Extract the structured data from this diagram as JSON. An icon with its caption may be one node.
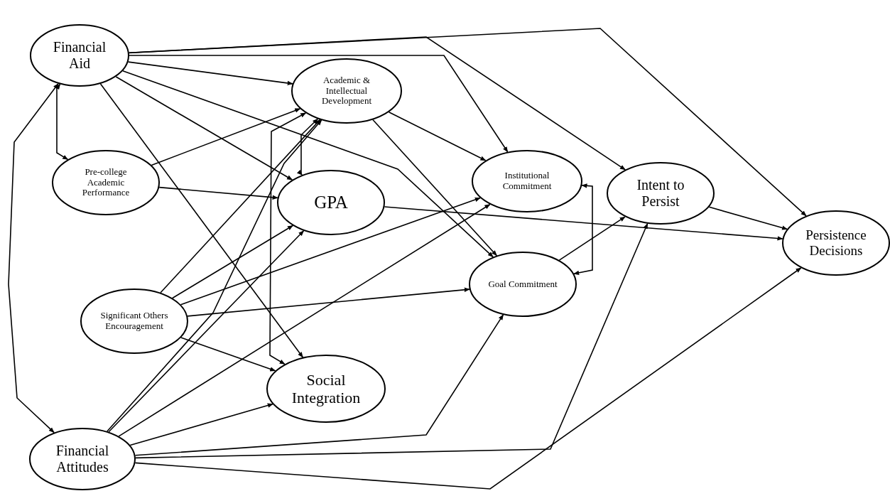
{
  "diagram": {
    "nodes": [
      {
        "text": [
          "Financial Aid"
        ]
      },
      {
        "text": [
          "Pre-college Academic Performance"
        ]
      },
      {
        "text": [
          "Significant Others Encouragement"
        ]
      },
      {
        "text": [
          "Financial Attitudes"
        ]
      },
      {
        "text": [
          "Academic & Intellectual Development"
        ]
      },
      {
        "text": [
          "GPA"
        ]
      },
      {
        "text": [
          "Social Integration"
        ]
      },
      {
        "text": [
          "Institutional Commitment"
        ]
      },
      {
        "text": [
          "Goal Commitment"
        ]
      },
      {
        "text": [
          "Intent to Persist"
        ]
      },
      {
        "text": [
          "Persistence Decisions"
        ]
      }
    ],
    "edges": [
      {
        "from": 0,
        "to": 3,
        "arrow": "both"
      },
      {
        "from": 0,
        "to": 1,
        "arrow": "both"
      },
      {
        "from": 0,
        "to": 10,
        "arrow": "to"
      },
      {
        "from": 0,
        "to": 9,
        "arrow": "to"
      },
      {
        "from": 0,
        "to": 7,
        "arrow": "to"
      },
      {
        "from": 0,
        "to": 4,
        "arrow": "to"
      },
      {
        "from": 0,
        "to": 8,
        "arrow": "to"
      },
      {
        "from": 0,
        "to": 5,
        "arrow": "to"
      },
      {
        "from": 0,
        "to": 6,
        "arrow": "to"
      },
      {
        "from": 1,
        "to": 4,
        "arrow": "to"
      },
      {
        "from": 1,
        "to": 5,
        "arrow": "to"
      },
      {
        "from": 4,
        "to": 6,
        "arrow": "both"
      },
      {
        "from": 4,
        "to": 5,
        "arrow": "both"
      },
      {
        "from": 2,
        "to": 4,
        "arrow": "to"
      },
      {
        "from": 2,
        "to": 5,
        "arrow": "to"
      },
      {
        "from": 2,
        "to": 7,
        "arrow": "to"
      },
      {
        "from": 2,
        "to": 8,
        "arrow": "to"
      },
      {
        "from": 2,
        "to": 6,
        "arrow": "to"
      },
      {
        "from": 3,
        "to": 4,
        "arrow": "to"
      },
      {
        "from": 3,
        "to": 5,
        "arrow": "to"
      },
      {
        "from": 3,
        "to": 7,
        "arrow": "to"
      },
      {
        "from": 3,
        "to": 6,
        "arrow": "to"
      },
      {
        "from": 3,
        "to": 8,
        "arrow": "to"
      },
      {
        "from": 3,
        "to": 9,
        "arrow": "to"
      },
      {
        "from": 3,
        "to": 10,
        "arrow": "to"
      },
      {
        "from": 4,
        "to": 7,
        "arrow": "to"
      },
      {
        "from": 4,
        "to": 8,
        "arrow": "to"
      },
      {
        "from": 7,
        "to": 8,
        "arrow": "both"
      },
      {
        "from": 8,
        "to": 9,
        "arrow": "to"
      },
      {
        "from": 9,
        "to": 10,
        "arrow": "to"
      },
      {
        "from": 5,
        "to": 10,
        "arrow": "to"
      }
    ]
  }
}
